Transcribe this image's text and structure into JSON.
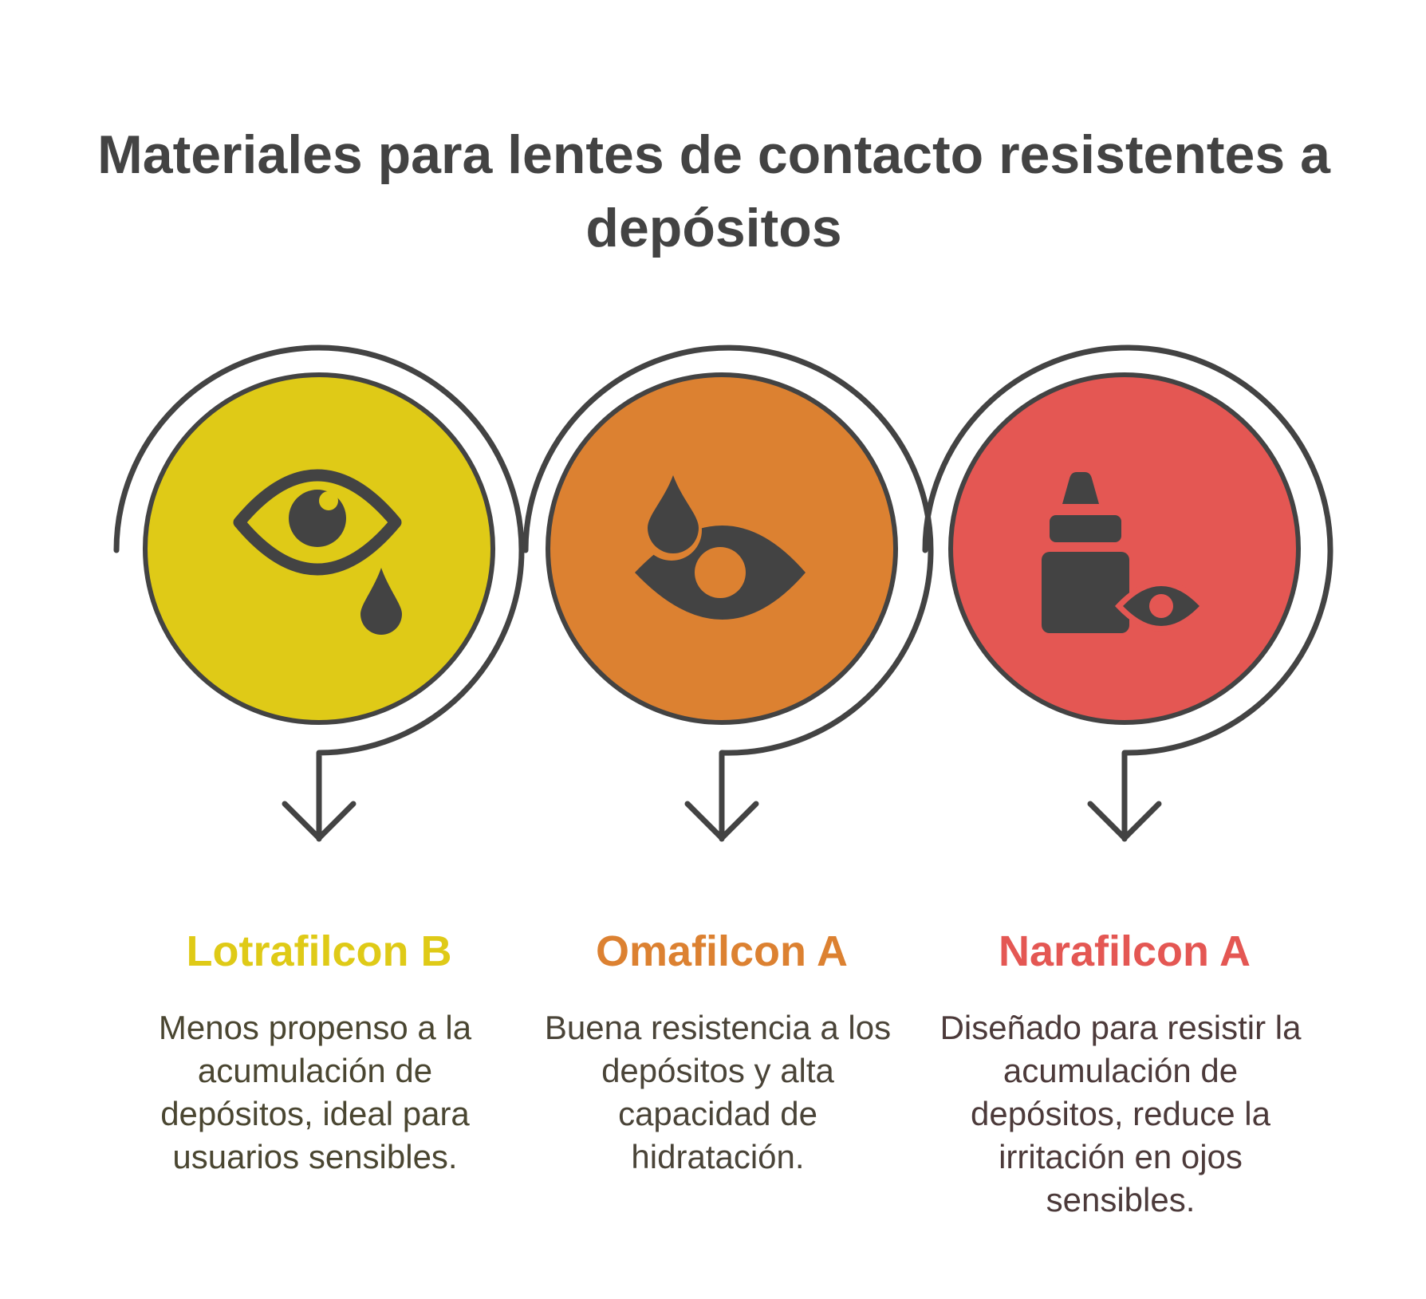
{
  "title": "Materiales para lentes de contacto resistentes a depósitos",
  "items": [
    {
      "label": "Lotrafilcon B",
      "description": "Menos propenso a la acumulación de depósitos, ideal para usuarios sensibles.",
      "color": "#dfca17",
      "text_color": "#4a4631",
      "icon": "crying-eye-icon"
    },
    {
      "label": "Omafilcon A",
      "description": "Buena resistencia a los depósitos y alta capacidad de hidratación.",
      "color": "#dc8131",
      "text_color": "#4a4438",
      "icon": "eye-with-drop-icon"
    },
    {
      "label": "Narafilcon A",
      "description": "Diseñado para resistir la acumulación de depósitos, reduce la irritación en ojos sensibles.",
      "color": "#e45753",
      "text_color": "#4c3a3a",
      "icon": "eye-drops-bottle-icon"
    }
  ],
  "colors": {
    "stroke": "#434343",
    "title": "#434343"
  }
}
